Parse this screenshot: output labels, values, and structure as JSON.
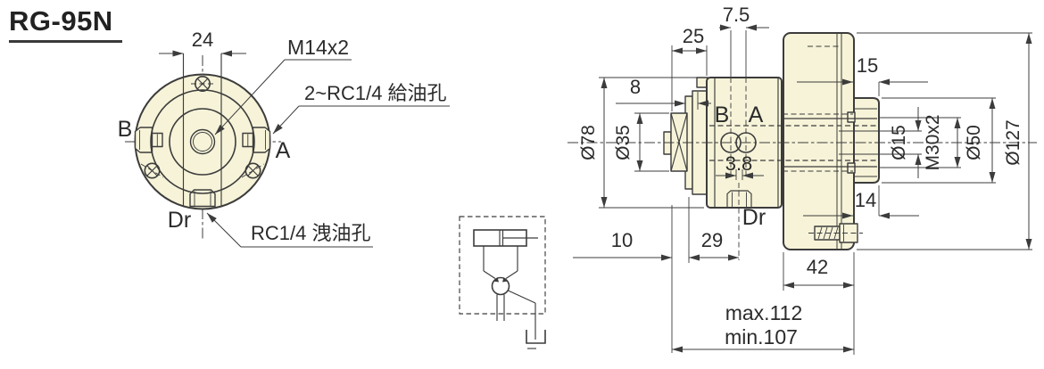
{
  "title": "RG-95N",
  "colors": {
    "part_fill": "#F6F3D8",
    "line": "#3C3C3C",
    "text": "#2B2B2B"
  },
  "front": {
    "dim24": "24",
    "thread": "M14x2",
    "supply": "2~RC1/4 給油孔",
    "drain": "RC1/4 洩油孔",
    "b": "B",
    "a": "A",
    "dr": "Dr"
  },
  "side": {
    "b": "B",
    "a": "A",
    "dr": "Dr",
    "d75": "7.5",
    "d25": "25",
    "d8": "8",
    "dia78": "Ø78",
    "dia35": "Ø35",
    "d38": "3.8",
    "d10": "10",
    "d29": "29",
    "d42": "42",
    "dmax": "max.112",
    "dmin": "min.107",
    "d15": "15",
    "d14": "14",
    "dia15": "Ø15",
    "m30": "M30x2",
    "dia50": "Ø50",
    "dia127": "Ø127"
  }
}
